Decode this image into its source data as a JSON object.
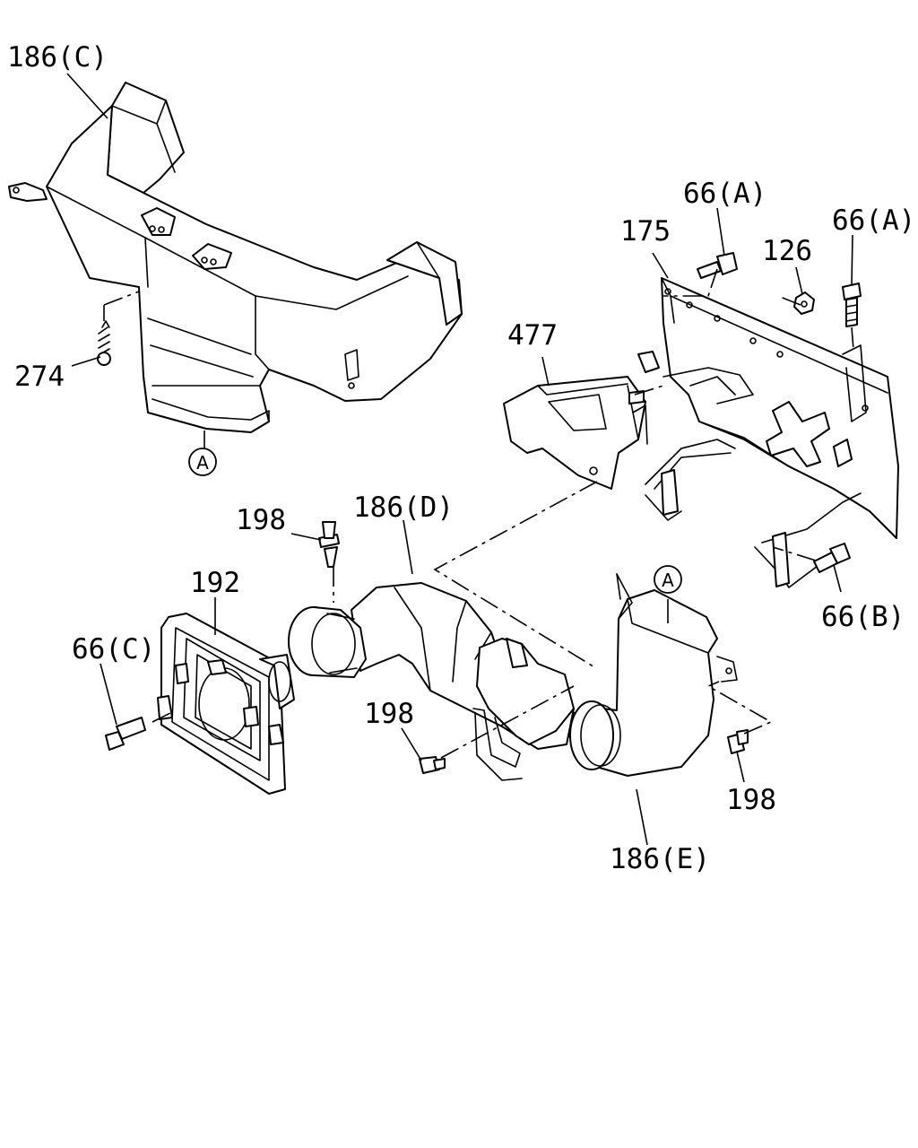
{
  "labels": {
    "p186C": "186(C)",
    "p274": "274",
    "pA_top": "A",
    "p477": "477",
    "p175": "175",
    "p66A_1": "66(A)",
    "p126": "126",
    "p66A_2": "66(A)",
    "p66B": "66(B)",
    "p198_top": "198",
    "p186D": "186(D)",
    "p192": "192",
    "p66C": "66(C)",
    "p198_mid": "198",
    "p198_right": "198",
    "p186E": "186(E)",
    "pA_right": "A"
  }
}
